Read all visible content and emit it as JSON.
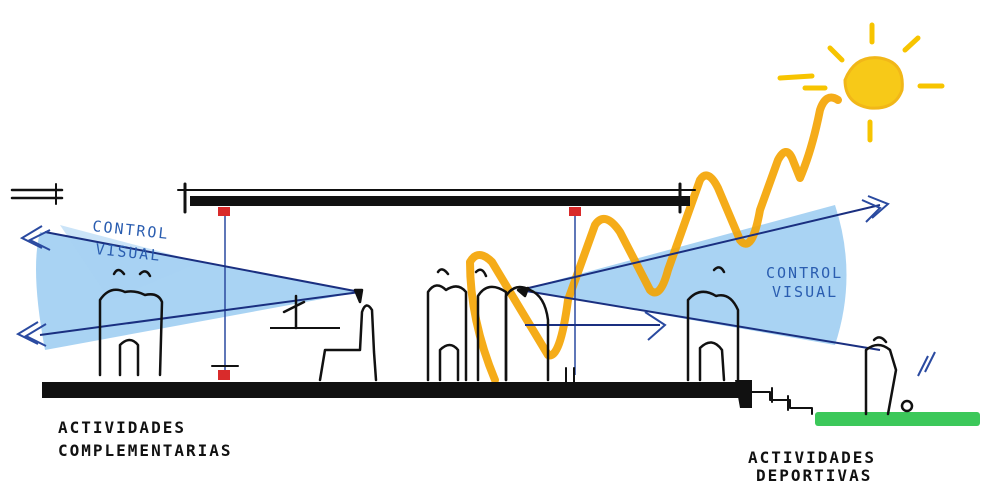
{
  "labels": {
    "control_left": [
      "CONTROL",
      "VISUAL"
    ],
    "control_right": [
      "CONTROL",
      "VISUAL"
    ],
    "activities_left": [
      "ACTIVIDADES",
      "COMPLEMENTARIAS"
    ],
    "activities_right": [
      "ACTIVIDADES",
      "DEPORTIVAS"
    ]
  },
  "colors": {
    "ink": "#111111",
    "visual_cone": "#7fb8ea",
    "sun": "#f7c400",
    "sun_path": "#f4a300",
    "grass": "#3cc85a",
    "column_base": "#d92b2b",
    "label_blue": "#2a5db0"
  },
  "icons": [
    "sun-icon",
    "person-icon",
    "arrow-icon"
  ]
}
